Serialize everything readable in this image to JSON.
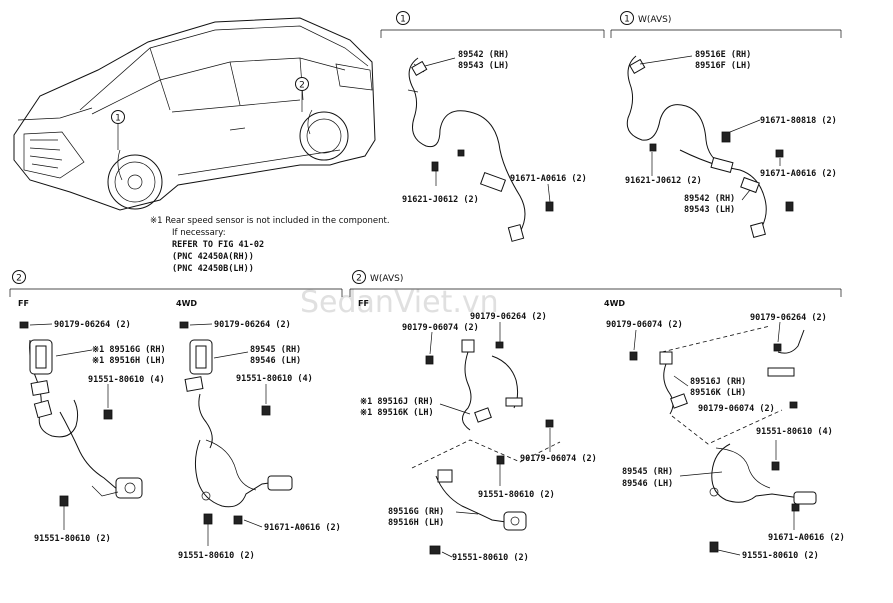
{
  "watermark": "SedanViet.vn",
  "vehicle": {
    "callout_1": "1",
    "callout_2": "2",
    "footnote": "※1 Rear speed sensor is not included in the component.",
    "if_necessary": "If necessary:",
    "refer": "REFER TO FIG 41-02",
    "pnc_a": "(PNC 42450A(RH))",
    "pnc_b": "(PNC 42450B(LH))"
  },
  "sections": {
    "s1": {
      "num": "1",
      "label": ""
    },
    "s1w": {
      "num": "1",
      "label": "W(AVS)"
    },
    "s2": {
      "num": "2",
      "label": ""
    },
    "s2w": {
      "num": "2",
      "label": "W(AVS)"
    }
  },
  "sub_labels": {
    "ff": "FF",
    "fourwd": "4WD"
  },
  "parts": {
    "s1_sensor_rh": "89542 (RH)",
    "s1_sensor_lh": "89543 (LH)",
    "s1_bolt_a": "91621-J0612 (2)",
    "s1_bolt_b": "91671-A0616 (2)",
    "s1w_sensor_rh": "89516E (RH)",
    "s1w_sensor_lh": "89516F (LH)",
    "s1w_bolt_c": "91671-80818 (2)",
    "s1w_bolt_a": "91621-J0612 (2)",
    "s1w_bolt_b": "91671-A0616 (2)",
    "s1w_sensor2_rh": "89542 (RH)",
    "s1w_sensor2_lh": "89543 (LH)",
    "ff_clip": "90179-06264 (2)",
    "ff_sensor_rh": "※1 89516G (RH)",
    "ff_sensor_lh": "※1 89516H (LH)",
    "ff_bolt_top": "91551-80610 (4)",
    "ff_bolt_bottom": "91551-80610 (2)",
    "wd_clip": "90179-06264 (2)",
    "wd_sensor_rh": "89545 (RH)",
    "wd_sensor_lh": "89546 (LH)",
    "wd_bolt_top": "91551-80610 (4)",
    "wd_bolt_mid": "91671-A0616 (2)",
    "wd_bolt_bottom": "91551-80610 (2)",
    "wff_clip_a": "90179-06074 (2)",
    "wff_clip_b": "90179-06264 (2)",
    "wff_sensor_j": "※1 89516J (RH)",
    "wff_sensor_k": "※1 89516K (LH)",
    "wff_clip_c": "90179-06074 (2)",
    "wff_bolt_a": "91551-80610 (2)",
    "wff_sensor_g": "89516G (RH)",
    "wff_sensor_h": "89516H (LH)",
    "wff_bolt_b": "91551-80610 (2)",
    "wwd_clip_a": "90179-06074 (2)",
    "wwd_clip_b": "90179-06264 (2)",
    "wwd_sensor_j": "89516J (RH)",
    "wwd_sensor_k": "89516K (LH)",
    "wwd_clip_c": "90179-06074 (2)",
    "wwd_bolt_a": "91551-80610 (4)",
    "wwd_sensor_rh": "89545 (RH)",
    "wwd_sensor_lh": "89546 (LH)",
    "wwd_bolt_b": "91671-A0616 (2)",
    "wwd_bolt_c": "91551-80610 (2)"
  }
}
